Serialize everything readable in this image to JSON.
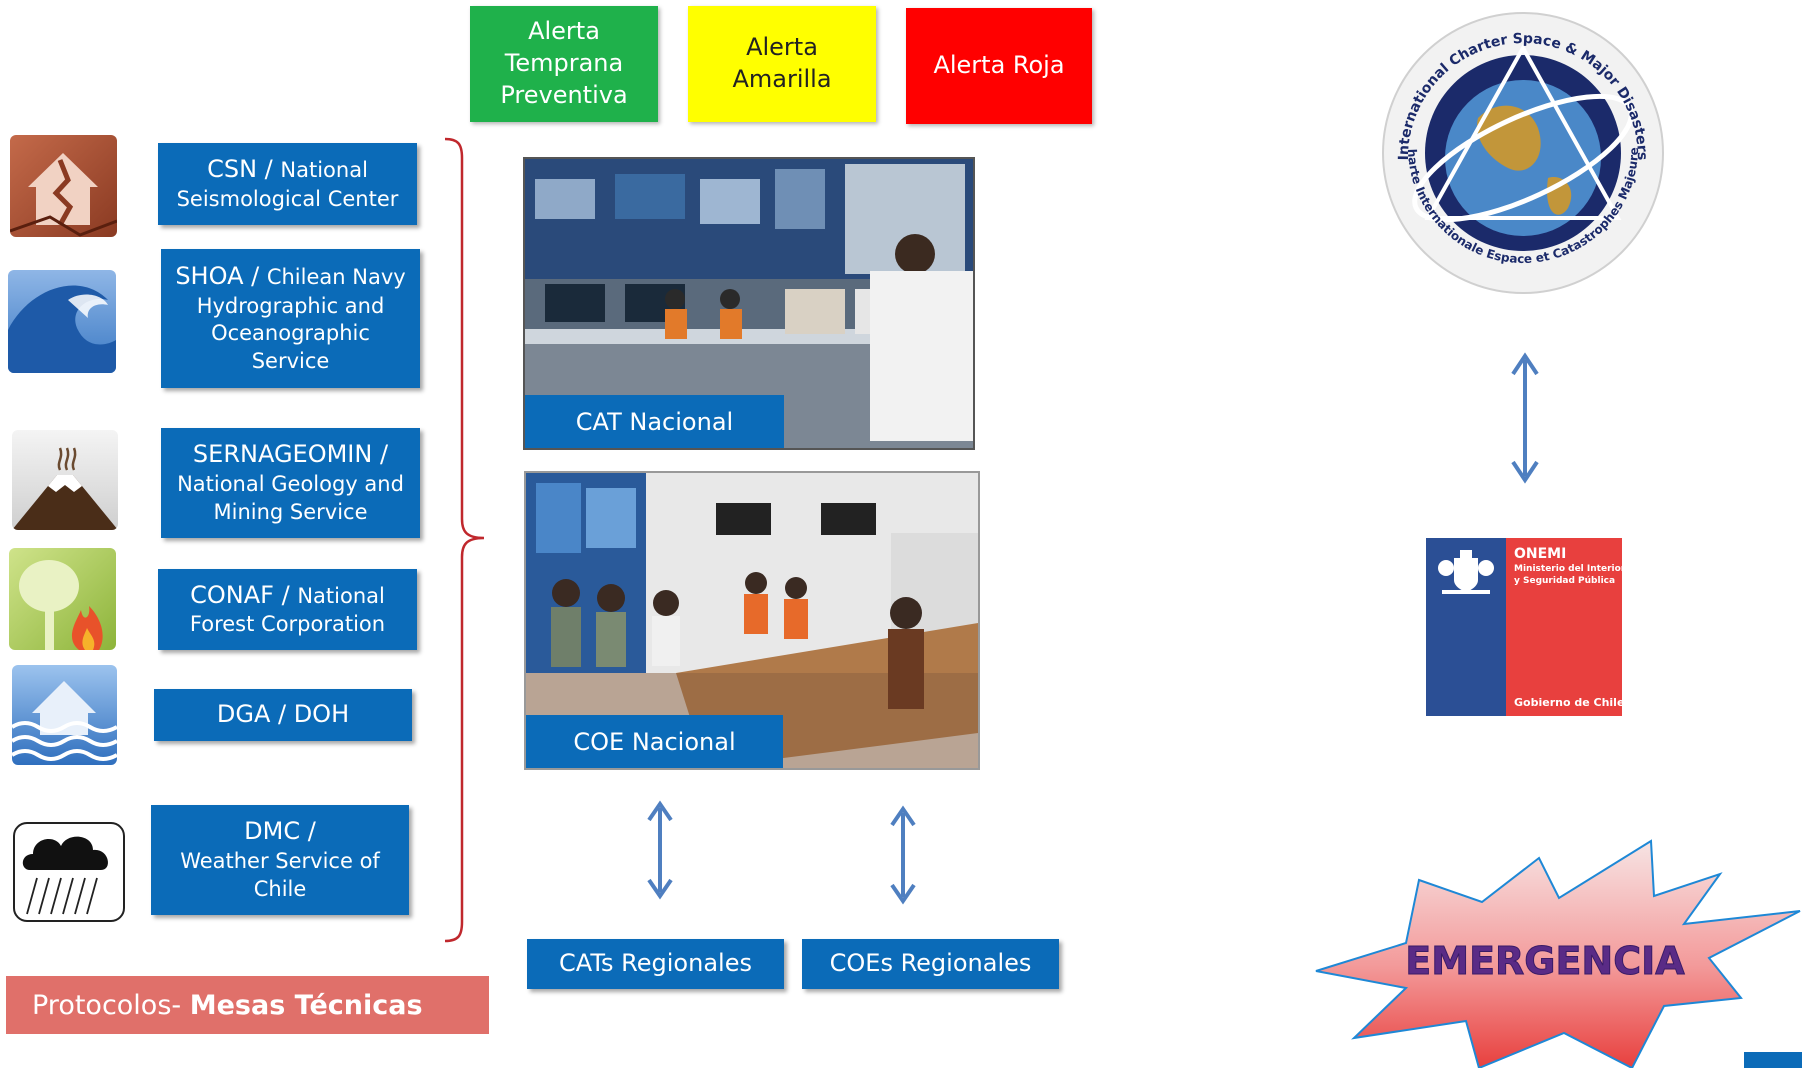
{
  "alerts": {
    "green": {
      "lines": [
        "Alerta",
        "Temprana",
        "Preventiva"
      ],
      "color": "#1fb14b"
    },
    "yellow": {
      "lines": [
        "Alerta",
        "Amarilla"
      ],
      "color": "#ffff00"
    },
    "red": {
      "label": "Alerta Roja",
      "color": "#ff0000"
    }
  },
  "agencies": [
    {
      "name": "CSN",
      "sep": " / ",
      "desc1": "National",
      "desc2": "Seismological Center",
      "icon": "earthquake-house-icon"
    },
    {
      "name": "SHOA",
      "sep": " / ",
      "desc1": "Chilean Navy",
      "desc2": "Hydrographic and",
      "desc3": "Oceanographic",
      "desc4": "Service",
      "icon": "tsunami-wave-icon"
    },
    {
      "name": "SERNAGEOMIN /",
      "desc1": "National Geology and",
      "desc2": "Mining Service",
      "icon": "volcano-icon"
    },
    {
      "name": "CONAF",
      "sep": " / ",
      "desc1": "National",
      "desc2": "Forest Corporation",
      "icon": "forest-fire-icon"
    },
    {
      "name": "DGA / DOH",
      "icon": "flood-house-icon"
    },
    {
      "name": "DMC /",
      "desc1": "Weather Service of",
      "desc2": "Chile",
      "icon": "rain-cloud-icon"
    }
  ],
  "centers": {
    "cat": "CAT Nacional",
    "coe": "COE Nacional",
    "cats_regionales": "CATs Regionales",
    "coes_regionales": "COEs Regionales"
  },
  "protocol": {
    "prefix": "Protocolos- ",
    "bold": "Mesas Técnicas"
  },
  "charter": {
    "top_text": "International Charter Space & Major Disasters",
    "bottom_text": "Charte Internationale Espace et Catastrophes Majeures"
  },
  "onemi": {
    "title": "ONEMI",
    "line1": "Ministerio del Interior",
    "line2": "y Seguridad Pública",
    "footer": "Gobierno de Chile"
  },
  "emergency": {
    "label": "EMERGENCIA"
  },
  "colors": {
    "agency_blue": "#0b6bb8",
    "protocol_red": "#e0706a",
    "bracket": "#c0282d",
    "arrow": "#4f7fc0"
  }
}
